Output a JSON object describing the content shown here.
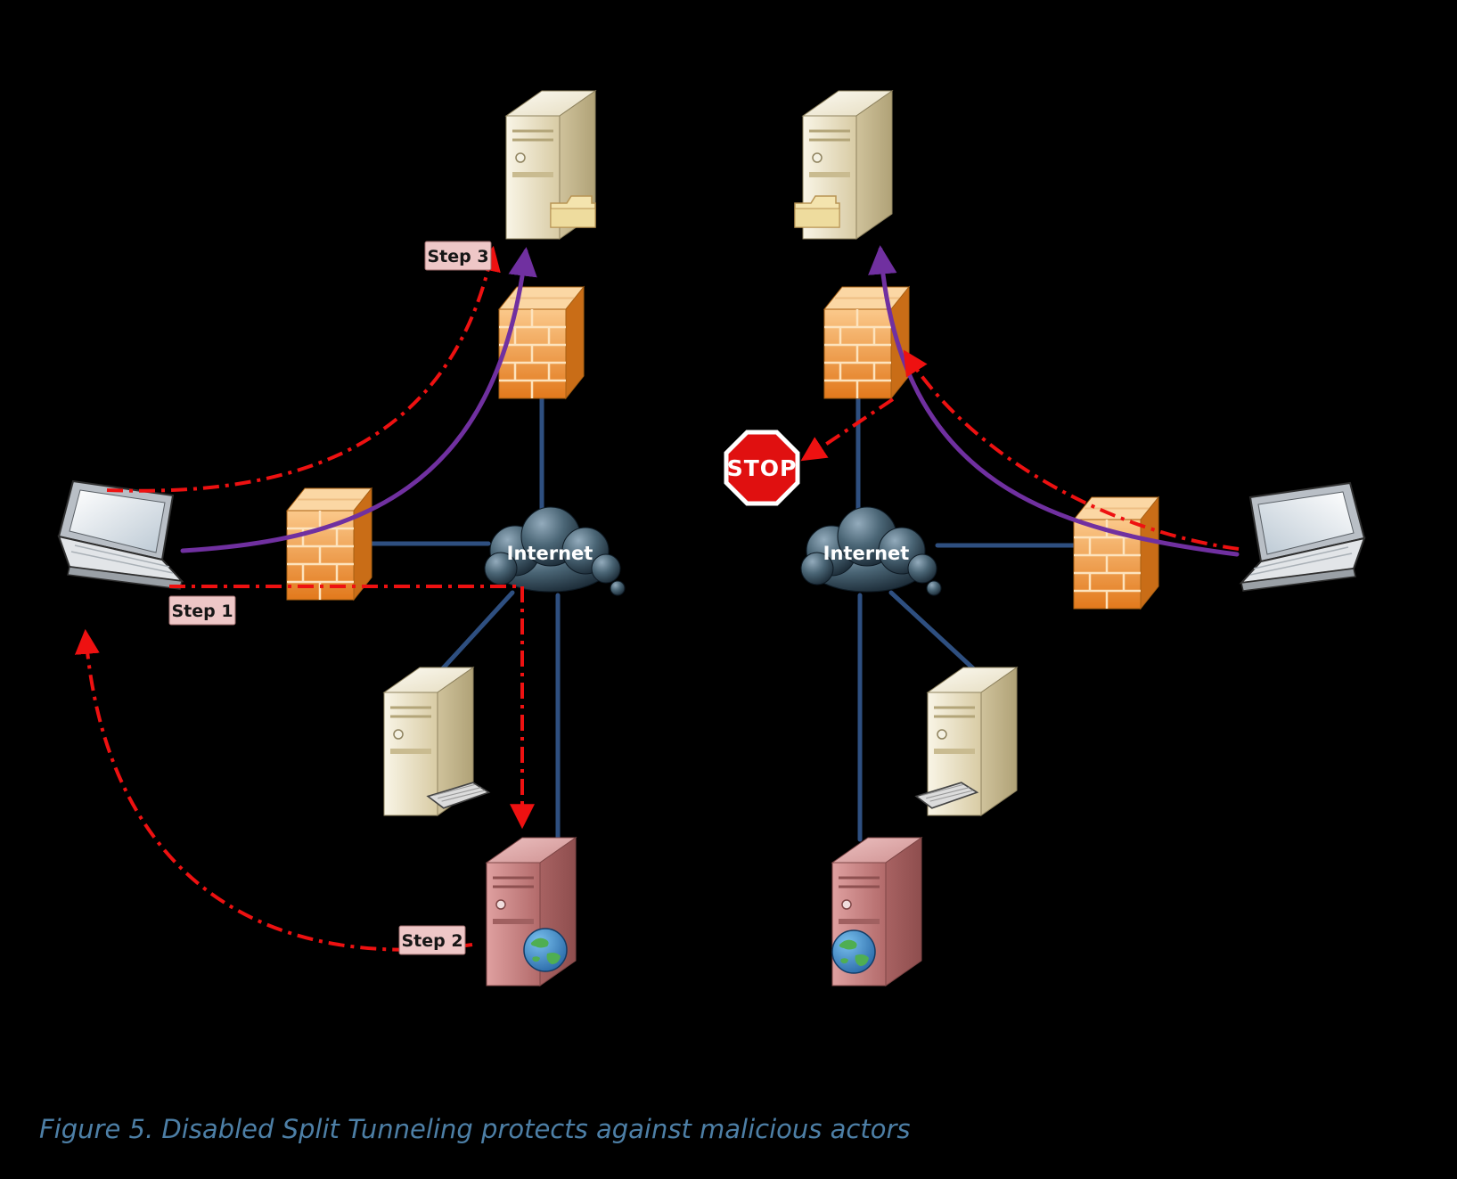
{
  "figure": {
    "caption": "Figure 5. Disabled Split Tunneling protects against malicious actors"
  },
  "left_panel": {
    "internet_label": "Internet",
    "step_labels": {
      "step1": "Step 1",
      "step2": "Step 2",
      "step3": "Step 3"
    },
    "nodes": [
      "laptop",
      "vpn-firewall",
      "internet-cloud",
      "perimeter-firewall",
      "file-server",
      "internal-server",
      "malicious-web-server",
      "folder-icon",
      "keyboard-icon",
      "globe-icon"
    ]
  },
  "right_panel": {
    "internet_label": "Internet",
    "stop_sign": "STOP",
    "nodes": [
      "laptop",
      "remote-firewall",
      "internet-cloud",
      "perimeter-firewall",
      "file-server",
      "internal-server",
      "malicious-web-server",
      "stop-sign",
      "folder-icon",
      "keyboard-icon",
      "globe-icon"
    ]
  },
  "colors": {
    "background": "#000000",
    "connector_blue": "#2e4f80",
    "vpn_tunnel_purple": "#7030a0",
    "attack_path_red": "#ee1111",
    "firewall_orange": "#e8832f",
    "server_beige": "#e6ddbd",
    "malicious_server_red": "#c98585",
    "cloud_dark": "#2c4353",
    "step_label_bg": "#eec7c7",
    "caption_text": "#4d7fa6"
  }
}
